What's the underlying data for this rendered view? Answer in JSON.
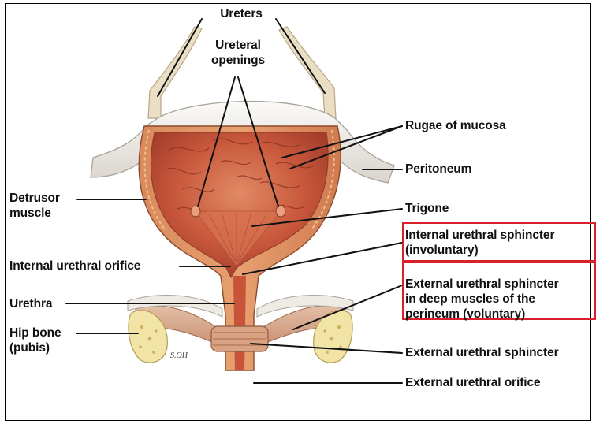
{
  "labels": {
    "ureters": "Ureters",
    "ureteral_openings": "Ureteral\nopenings",
    "rugae": "Rugae of mucosa",
    "peritoneum": "Peritoneum",
    "detrusor": "Detrusor\nmuscle",
    "trigone": "Trigone",
    "internal_sphincter": "Internal urethral sphincter\n(involuntary)",
    "internal_orifice": "Internal urethral orifice",
    "external_sphincter_deep": "External urethral sphincter\nin deep muscles of the\nperineum (voluntary)",
    "urethra": "Urethra",
    "hip_bone": "Hip bone\n(pubis)",
    "external_sphincter": "External urethral sphincter",
    "external_orifice": "External urethral orifice"
  },
  "artist_signature": "S.OH",
  "colors": {
    "highlight_box": "#d8202a",
    "leader_line": "#111111",
    "bladder_wall": "#d5784b",
    "mucosa": "#c8553a",
    "peritoneum": "#efece7",
    "ureter": "#eadfc5",
    "bone": "#f2e4a6"
  }
}
